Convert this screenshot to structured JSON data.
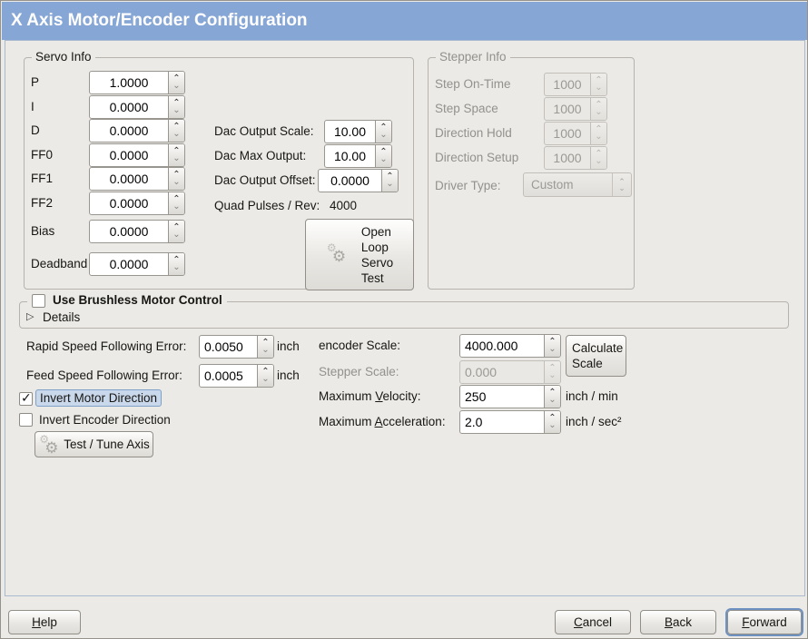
{
  "window": {
    "title": "X Axis Motor/Encoder Configuration"
  },
  "colors": {
    "titlebar": "#86a6d6",
    "focus_bg": "#cad8eb",
    "focus_border": "#7fa0c7",
    "panel_border": "#a9bace"
  },
  "icons": {
    "gear": "⚙",
    "expander_right": "▷",
    "checkmark": "✓",
    "spin_up": "⌃",
    "spin_down": "⌄"
  },
  "servo_info": {
    "title": "Servo Info",
    "rows": [
      {
        "label": "P",
        "value": "1.0000"
      },
      {
        "label": "I",
        "value": "0.0000"
      },
      {
        "label": "D",
        "value": "0.0000"
      },
      {
        "label": "FF0",
        "value": "0.0000"
      },
      {
        "label": "FF1",
        "value": "0.0000"
      },
      {
        "label": "FF2",
        "value": "0.0000"
      },
      {
        "label": "Bias",
        "value": "0.0000"
      },
      {
        "label": "Deadband",
        "value": "0.0000"
      }
    ],
    "dac_rows": [
      {
        "label": "Dac Output Scale:",
        "value": "10.00"
      },
      {
        "label": "Dac Max Output:",
        "value": "10.00"
      },
      {
        "label": "Dac Output Offset:",
        "value": "0.0000"
      }
    ],
    "quad": {
      "label": "Quad Pulses / Rev:",
      "value": "4000"
    },
    "open_loop_button": "Open\nLoop\nServo\nTest"
  },
  "stepper_info": {
    "title": "Stepper Info",
    "rows": [
      {
        "label": "Step On-Time",
        "value": "1000"
      },
      {
        "label": "Step Space",
        "value": "1000"
      },
      {
        "label": "Direction Hold",
        "value": "1000"
      },
      {
        "label": "Direction Setup",
        "value": "1000"
      }
    ],
    "driver_type": {
      "label": "Driver Type:",
      "value": "Custom"
    }
  },
  "brushless": {
    "checkbox_label": "Use Brushless Motor Control",
    "details_label": "Details"
  },
  "following_error": {
    "rapid": {
      "label": "Rapid Speed Following Error:",
      "value": "0.0050",
      "unit": "inch"
    },
    "feed": {
      "label": "Feed Speed Following Error:",
      "value": "0.0005",
      "unit": "inch"
    }
  },
  "direction": {
    "invert_motor_label": "Invert Motor Direction",
    "invert_encoder_label": "Invert Encoder Direction",
    "test_tune_button": "Test / Tune Axis"
  },
  "scaling": {
    "encoder": {
      "label": "encoder Scale:",
      "value": "4000.000"
    },
    "stepper": {
      "label": "Stepper Scale:",
      "value": "0.000"
    },
    "calculate_button": "Calculate\nScale",
    "velocity": {
      "label_pre": "Maximum ",
      "label_mn": "V",
      "label_post": "elocity:",
      "value": "250",
      "unit": "inch / min"
    },
    "acceleration": {
      "label_pre": "Maximum ",
      "label_mn": "A",
      "label_post": "cceleration:",
      "value": "2.0",
      "unit": "inch / sec²"
    }
  },
  "footer": {
    "help": {
      "mn": "H",
      "rest": "elp"
    },
    "cancel": {
      "mn": "C",
      "rest": "ancel"
    },
    "back": {
      "mn": "B",
      "rest": "ack"
    },
    "forward": {
      "mn": "F",
      "rest": "orward"
    }
  }
}
